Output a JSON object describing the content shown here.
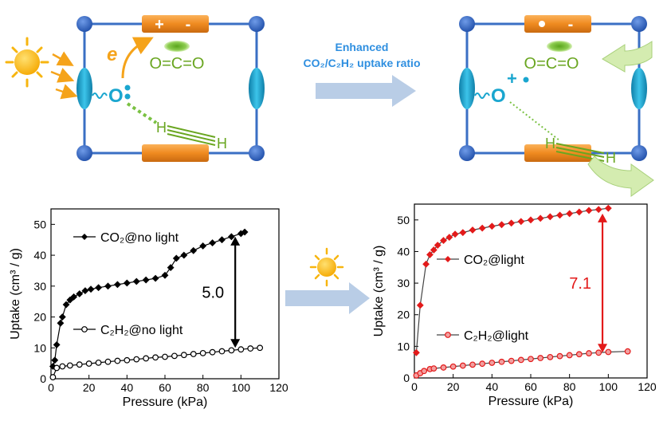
{
  "top": {
    "left_panel": {
      "plus_sign": "+",
      "minus_sign": "-",
      "electron_label": "e",
      "radical_o": "O",
      "co2_molecule": "O=C=O",
      "c2h2_h_left": "H",
      "c2h2_h_right": "H"
    },
    "middle_caption_line1": "Enhanced",
    "middle_caption_line2": "CO₂/C₂H₂ uptake ratio",
    "right_panel": {
      "plus_sign": "+",
      "minus_sign": "-",
      "radical_o": "O",
      "co2_molecule": "O=C=O",
      "c2h2_h_left": "H",
      "c2h2_h_right": "H"
    },
    "colors": {
      "frame": "#3a6fc4",
      "node": "#2f5fbf",
      "orange": "#f0922a",
      "cyan": "#1aa6cf",
      "green": "#6aa621",
      "sun": "#f7b50f",
      "arrow": "#b9cde6",
      "light_green": "#d4ecb0"
    }
  },
  "chart_data": [
    {
      "type": "line",
      "xlabel": "Pressure (kPa)",
      "ylabel": "Uptake (cm³ / g)",
      "xlim": [
        0,
        120
      ],
      "ylim": [
        0,
        55
      ],
      "xticks": [
        0,
        20,
        40,
        60,
        80,
        100,
        120
      ],
      "yticks": [
        0,
        10,
        20,
        30,
        40,
        50
      ],
      "ratio_label": "5.0",
      "ratio_range": [
        10,
        46
      ],
      "ratio_x": 97,
      "series": [
        {
          "name": "CO₂@no light",
          "marker": "diamond",
          "color": "#000000",
          "x": [
            1,
            2,
            3,
            5,
            6,
            8,
            10,
            12,
            15,
            18,
            21,
            25,
            30,
            35,
            40,
            45,
            50,
            55,
            60,
            63,
            66,
            70,
            75,
            80,
            85,
            90,
            95,
            100,
            102
          ],
          "y": [
            4,
            6,
            11,
            18,
            20,
            24,
            25.5,
            26.5,
            27.5,
            28.5,
            29,
            29.5,
            30,
            30.5,
            31,
            31.5,
            32,
            32.5,
            33.5,
            36,
            39,
            40,
            41.5,
            43,
            44,
            45,
            46,
            47,
            47.5
          ]
        },
        {
          "name": "C₂H₂@no light",
          "marker": "circle",
          "color": "#000000",
          "x": [
            1,
            3,
            6,
            10,
            15,
            20,
            25,
            30,
            35,
            40,
            45,
            50,
            55,
            60,
            65,
            70,
            75,
            80,
            85,
            90,
            95,
            100,
            105,
            110
          ],
          "y": [
            0.5,
            3.5,
            4,
            4.3,
            4.6,
            4.9,
            5.2,
            5.5,
            5.8,
            6,
            6.3,
            6.6,
            6.9,
            7.1,
            7.4,
            7.7,
            8,
            8.3,
            8.6,
            8.9,
            9.2,
            9.5,
            9.8,
            10
          ]
        }
      ]
    },
    {
      "type": "line",
      "xlabel": "Pressure (kPa)",
      "ylabel": "Uptake (cm³ / g)",
      "xlim": [
        0,
        120
      ],
      "ylim": [
        0,
        55
      ],
      "xticks": [
        0,
        20,
        40,
        60,
        80,
        100,
        120
      ],
      "yticks": [
        0,
        10,
        20,
        30,
        40,
        50
      ],
      "ratio_label": "7.1",
      "ratio_range": [
        8,
        52
      ],
      "ratio_x": 97,
      "series": [
        {
          "name": "CO₂@light",
          "marker": "diamond",
          "color": "#e31a1a",
          "x": [
            1,
            3,
            6,
            8,
            10,
            12,
            15,
            18,
            21,
            25,
            30,
            35,
            40,
            45,
            50,
            55,
            60,
            65,
            70,
            75,
            80,
            85,
            90,
            95,
            100
          ],
          "y": [
            8,
            23,
            36,
            39,
            40.5,
            42,
            43.5,
            44.5,
            45.5,
            46,
            46.8,
            47.4,
            48,
            48.5,
            49,
            49.5,
            50,
            50.5,
            51,
            51.5,
            52,
            52.5,
            53,
            53.3,
            53.7
          ]
        },
        {
          "name": "C₂H₂@light",
          "marker": "circle",
          "color": "#e31a1a",
          "x": [
            1,
            3,
            5,
            8,
            10,
            15,
            20,
            25,
            30,
            35,
            40,
            45,
            50,
            55,
            60,
            65,
            70,
            75,
            80,
            85,
            90,
            95,
            100,
            110
          ],
          "y": [
            0.8,
            1.5,
            2.2,
            2.8,
            3,
            3.3,
            3.6,
            3.9,
            4.2,
            4.5,
            4.8,
            5.1,
            5.4,
            5.7,
            6,
            6.3,
            6.6,
            6.9,
            7.2,
            7.5,
            7.8,
            8,
            8.2,
            8.4
          ]
        }
      ]
    }
  ]
}
